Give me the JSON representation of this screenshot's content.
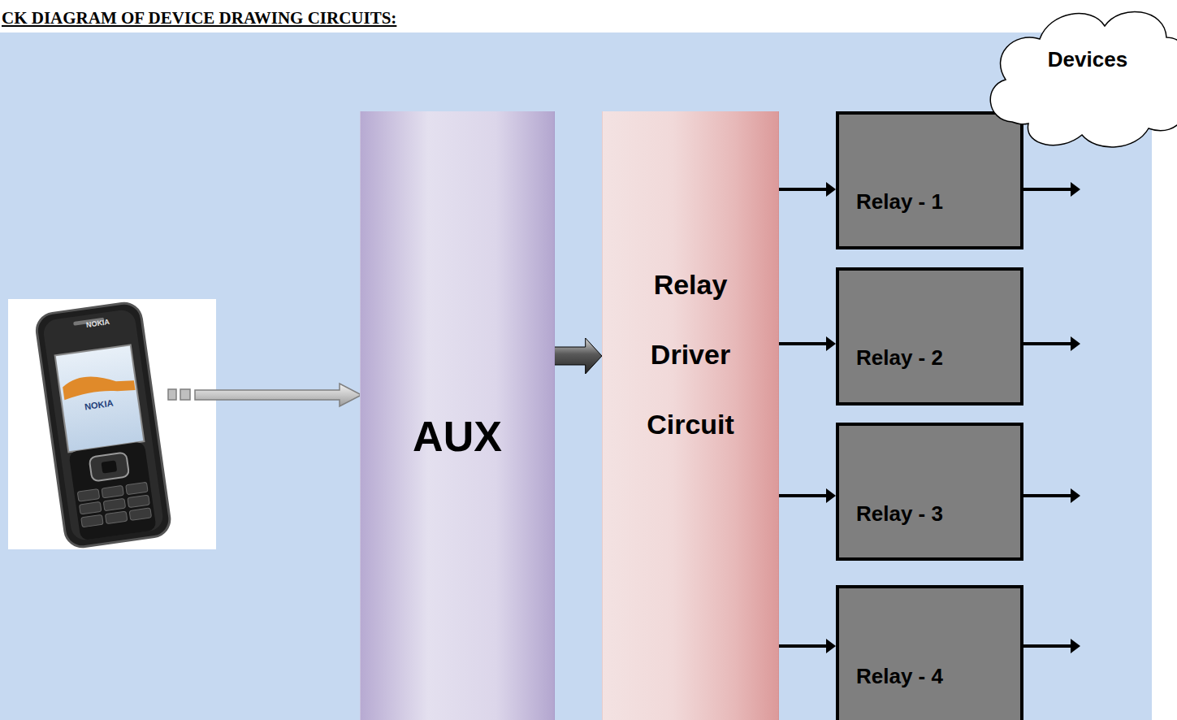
{
  "diagram": {
    "title": "CK DIAGRAM OF DEVICE DRAWING CIRCUITS:",
    "nodes": [
      {
        "text": [
          "AUX"
        ]
      },
      {
        "text": [
          "Relay Driver Circuit"
        ]
      },
      {
        "text": [
          "Relay - 1"
        ]
      },
      {
        "text": [
          "Relay - 2"
        ]
      },
      {
        "text": [
          "Relay - 3"
        ]
      },
      {
        "text": [
          "Relay - 4"
        ]
      },
      {
        "text": [
          "Devices"
        ]
      }
    ],
    "edges": [
      {
        "from": 0,
        "to": 1,
        "arrow": "to"
      },
      {
        "from": 1,
        "to": 2,
        "arrow": "to"
      },
      {
        "from": 1,
        "to": 3,
        "arrow": "to"
      },
      {
        "from": 1,
        "to": 4,
        "arrow": "to"
      },
      {
        "from": 1,
        "to": 5,
        "arrow": "to"
      }
    ],
    "labels": [
      "NOKIA",
      "NOKIA"
    ]
  }
}
